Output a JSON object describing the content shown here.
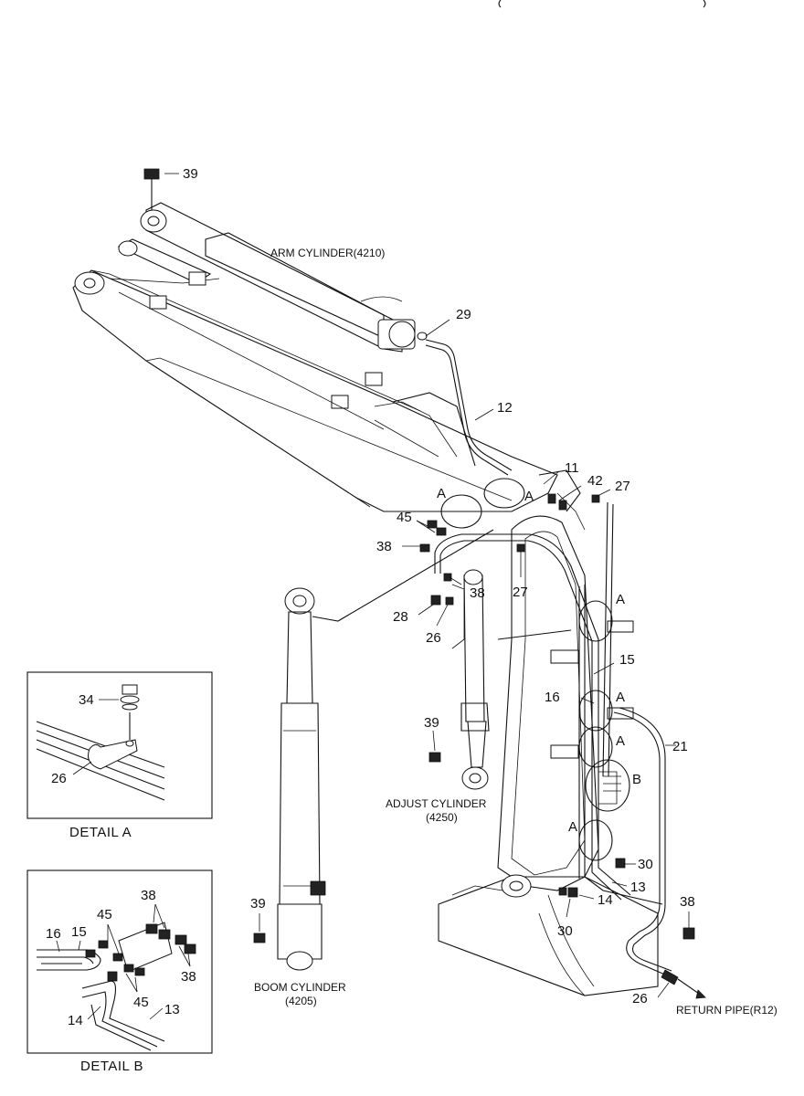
{
  "parts": {
    "arm_cylinder": "ARM CYLINDER(4210)",
    "adjust_cylinder_line1": "ADJUST CYLINDER",
    "adjust_cylinder_line2": "(4250)",
    "boom_cylinder_line1": "BOOM CYLINDER",
    "boom_cylinder_line2": "(4205)",
    "return_pipe": "RETURN PIPE(R12)"
  },
  "details": {
    "detail_a_title": "DETAIL  A",
    "detail_b_title": "DETAIL  B"
  },
  "callouts": {
    "n39_top": "39",
    "n29": "29",
    "n12": "12",
    "n11": "11",
    "n42": "42",
    "n27_top": "27",
    "n27_mid": "27",
    "n45": "45",
    "n38_left": "38",
    "n38_mid": "38",
    "n28": "28",
    "n26_mid": "26",
    "nA1": "A",
    "nA2": "A",
    "nA3": "A",
    "nA4": "A",
    "nA5": "A",
    "nA6": "A",
    "nB": "B",
    "n15": "15",
    "n16": "16",
    "n21": "21",
    "n39_adj": "39",
    "n39_boom": "39",
    "n30_right": "30",
    "n30_bottom": "30",
    "n13": "13",
    "n14": "14",
    "n38_right": "38",
    "n26_bottom": "26"
  },
  "detail_a_callouts": {
    "n34": "34",
    "n26": "26"
  },
  "detail_b_callouts": {
    "n38_top": "38",
    "n45_top": "45",
    "n16": "16",
    "n15": "15",
    "n38_right": "38",
    "n45_bottom": "45",
    "n14": "14",
    "n13": "13"
  }
}
